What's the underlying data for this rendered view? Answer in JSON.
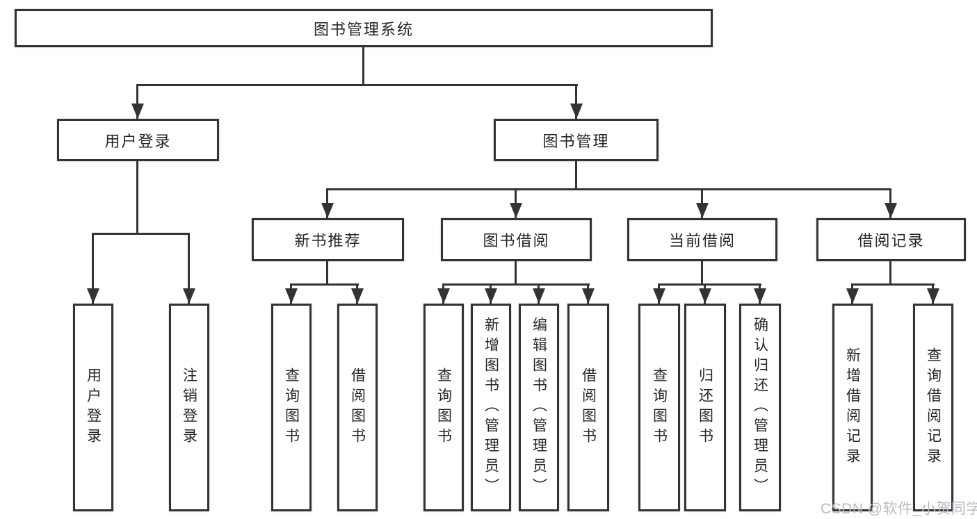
{
  "colors": {
    "line": "#333333",
    "box_border": "#333333",
    "text": "#262626",
    "background": "#ffffff",
    "watermark": "#b7bbc2"
  },
  "tree": {
    "root_label": "图书管理系统",
    "branches": [
      {
        "label": "用户登录",
        "children": [
          {
            "label": "用户登录"
          },
          {
            "label": "注销登录"
          }
        ]
      },
      {
        "label": "图书管理",
        "groups": [
          {
            "label": "新书推荐",
            "children": [
              {
                "label": "查询图书"
              },
              {
                "label": "借阅图书"
              }
            ]
          },
          {
            "label": "图书借阅",
            "children": [
              {
                "label": "查询图书"
              },
              {
                "label": "新增图书（管理员）"
              },
              {
                "label": "编辑图书（管理员）"
              },
              {
                "label": "借阅图书"
              }
            ]
          },
          {
            "label": "当前借阅",
            "children": [
              {
                "label": "查询图书"
              },
              {
                "label": "归还图书"
              },
              {
                "label": "确认归还（管理员）"
              }
            ]
          },
          {
            "label": "借阅记录",
            "children": [
              {
                "label": "新增借阅记录"
              },
              {
                "label": "查询借阅记录"
              }
            ]
          }
        ]
      }
    ]
  },
  "watermark": {
    "text": "CSDN @软件_小贺同学"
  }
}
